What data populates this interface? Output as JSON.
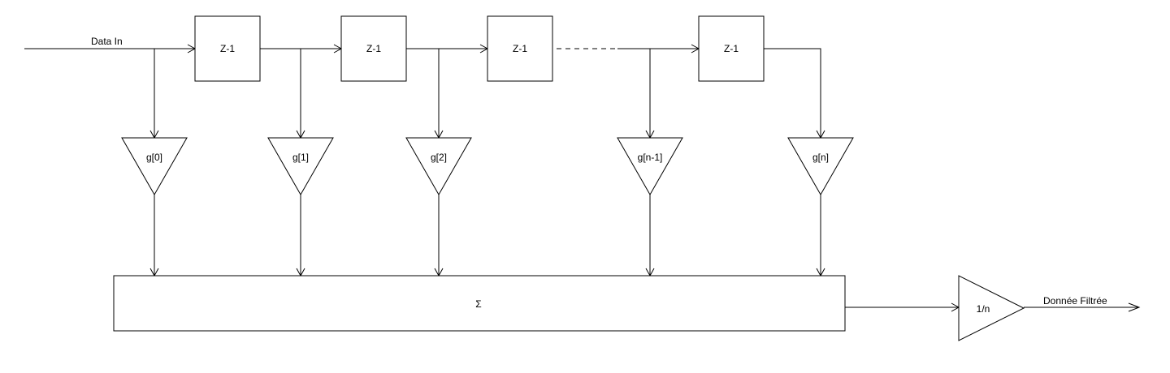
{
  "input": {
    "label": "Data In"
  },
  "delays": [
    {
      "label": "Z-1"
    },
    {
      "label": "Z-1"
    },
    {
      "label": "Z-1"
    },
    {
      "label": "Z-1"
    }
  ],
  "gains": [
    {
      "label": "g[0]"
    },
    {
      "label": "g[1]"
    },
    {
      "label": "g[2]"
    },
    {
      "label": "g[n-1]"
    },
    {
      "label": "g[n]"
    }
  ],
  "summer": {
    "label": "Σ"
  },
  "normalizer": {
    "label": "1/n"
  },
  "output": {
    "label": "Donnée Filtrée"
  }
}
